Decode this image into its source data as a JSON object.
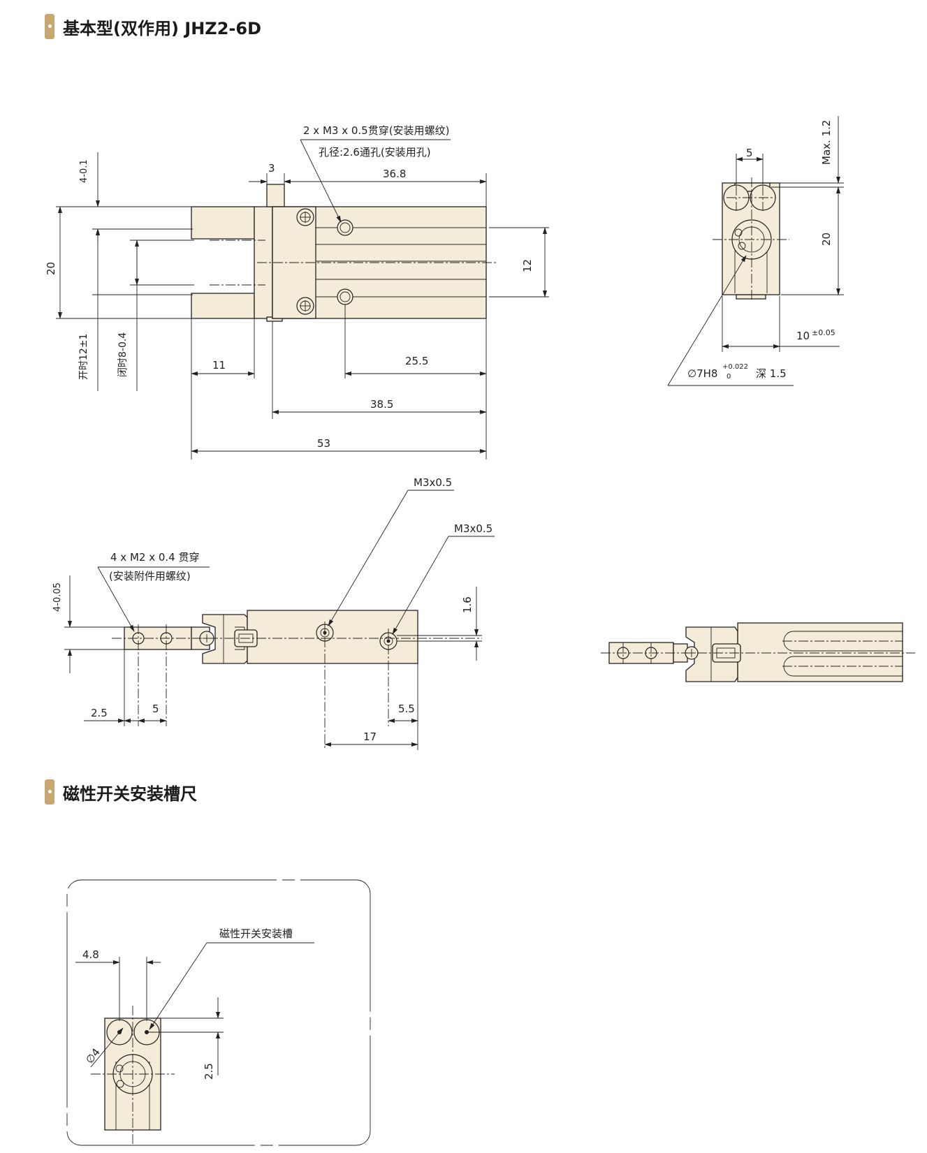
{
  "sections": {
    "basic": {
      "title": "基本型(双作用) JHZ2-6D"
    },
    "switch_slot": {
      "title": "磁性开关安装槽尺"
    }
  },
  "front_view": {
    "callout_thread": "2 x M3 x 0.5贯穿(安装用螺纹)",
    "callout_hole": "孔径:2.6通孔(安装用孔)",
    "dim_top_small": "3",
    "dim_top": "36.8",
    "dim_left_tol": "4-0.1",
    "dim_height": "20",
    "dim_right": "12",
    "dim_open": "开时12±1",
    "dim_closed": "闭时8-0.4",
    "dim_11": "11",
    "dim_25_5": "25.5",
    "dim_38_5": "38.5",
    "dim_53": "53"
  },
  "end_view": {
    "dim_5": "5",
    "dim_max": "Max. 1.2",
    "dim_20": "20",
    "dim_10": "10",
    "tol_10": "±0.05",
    "callout_bore": "∅7H8",
    "tol_upper": "+0.022",
    "tol_lower": "0",
    "callout_depth": "深 1.5"
  },
  "side_view": {
    "callout_m2": "4 x M2 x 0.4 贯穿",
    "callout_m2_sub": "(安装附件用螺纹)",
    "callout_m3_a": "M3x0.5",
    "callout_m3_b": "M3x0.5",
    "dim_left_tol": "4-0.05",
    "dim_1_6": "1.6",
    "dim_2_5": "2.5",
    "dim_5": "5",
    "dim_5_5": "5.5",
    "dim_17": "17"
  },
  "slot_view": {
    "callout": "磁性开关安装槽",
    "dim_4_8": "4.8",
    "dim_dia": "∅4",
    "dim_2_5": "2.5"
  },
  "colors": {
    "accent": "#c9a770",
    "body_fill": "#f4ecd8",
    "line": "#222222"
  }
}
